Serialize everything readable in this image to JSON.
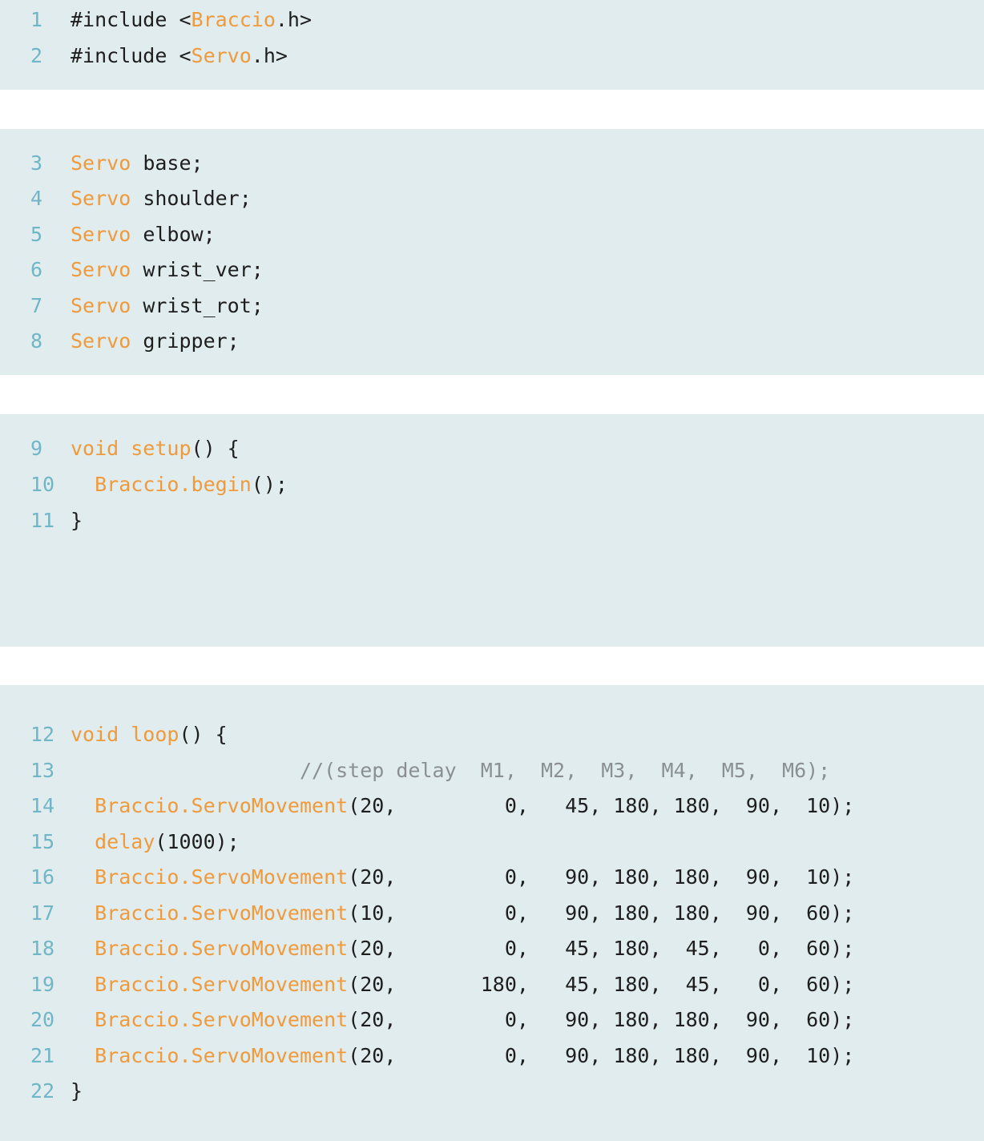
{
  "colors": {
    "background": "#ffffff",
    "block_background": "#e1ecee",
    "line_number": "#6fb6c6",
    "keyword": "#ef9a3c",
    "text": "#1e1e1e",
    "comment": "#8a8f94"
  },
  "lines": [
    {
      "num": "1",
      "tokens": [
        {
          "t": "#include <",
          "c": "tx"
        },
        {
          "t": "Braccio",
          "c": "kw"
        },
        {
          "t": ".h>",
          "c": "tx"
        }
      ]
    },
    {
      "num": "2",
      "tokens": [
        {
          "t": "#include <",
          "c": "tx"
        },
        {
          "t": "Servo",
          "c": "kw"
        },
        {
          "t": ".h>",
          "c": "tx"
        }
      ]
    },
    {
      "num": "3",
      "tokens": [
        {
          "t": "Servo",
          "c": "kw"
        },
        {
          "t": " base;",
          "c": "tx"
        }
      ]
    },
    {
      "num": "4",
      "tokens": [
        {
          "t": "Servo",
          "c": "kw"
        },
        {
          "t": " shoulder;",
          "c": "tx"
        }
      ]
    },
    {
      "num": "5",
      "tokens": [
        {
          "t": "Servo",
          "c": "kw"
        },
        {
          "t": " elbow;",
          "c": "tx"
        }
      ]
    },
    {
      "num": "6",
      "tokens": [
        {
          "t": "Servo",
          "c": "kw"
        },
        {
          "t": " wrist_ver;",
          "c": "tx"
        }
      ]
    },
    {
      "num": "7",
      "tokens": [
        {
          "t": "Servo",
          "c": "kw"
        },
        {
          "t": " wrist_rot;",
          "c": "tx"
        }
      ]
    },
    {
      "num": "8",
      "tokens": [
        {
          "t": "Servo",
          "c": "kw"
        },
        {
          "t": " gripper;",
          "c": "tx"
        }
      ]
    },
    {
      "num": "9",
      "tokens": [
        {
          "t": "void setup",
          "c": "kw"
        },
        {
          "t": "() {",
          "c": "tx"
        }
      ]
    },
    {
      "num": "10",
      "tokens": [
        {
          "t": "  ",
          "c": "tx"
        },
        {
          "t": "Braccio.begin",
          "c": "kw"
        },
        {
          "t": "();",
          "c": "tx"
        }
      ]
    },
    {
      "num": "11",
      "tokens": [
        {
          "t": "}",
          "c": "tx"
        }
      ]
    },
    {
      "num": "12",
      "tokens": [
        {
          "t": "void loop",
          "c": "kw"
        },
        {
          "t": "() {",
          "c": "tx"
        }
      ]
    },
    {
      "num": "13",
      "tokens": [
        {
          "t": "                   //(step delay  M1,  M2,  M3,  M4,  M5,  M6);",
          "c": "cm"
        }
      ]
    },
    {
      "num": "14",
      "tokens": [
        {
          "t": "  ",
          "c": "tx"
        },
        {
          "t": "Braccio.ServoMovement",
          "c": "kw"
        },
        {
          "t": "(20,         0,   45, 180, 180,  90,  10);",
          "c": "tx"
        }
      ]
    },
    {
      "num": "15",
      "tokens": [
        {
          "t": "  ",
          "c": "tx"
        },
        {
          "t": "delay",
          "c": "kw"
        },
        {
          "t": "(1000);",
          "c": "tx"
        }
      ]
    },
    {
      "num": "16",
      "tokens": [
        {
          "t": "  ",
          "c": "tx"
        },
        {
          "t": "Braccio.ServoMovement",
          "c": "kw"
        },
        {
          "t": "(20,         0,   90, 180, 180,  90,  10);",
          "c": "tx"
        }
      ]
    },
    {
      "num": "17",
      "tokens": [
        {
          "t": "  ",
          "c": "tx"
        },
        {
          "t": "Braccio.ServoMovement",
          "c": "kw"
        },
        {
          "t": "(10,         0,   90, 180, 180,  90,  60);",
          "c": "tx"
        }
      ]
    },
    {
      "num": "18",
      "tokens": [
        {
          "t": "  ",
          "c": "tx"
        },
        {
          "t": "Braccio.ServoMovement",
          "c": "kw"
        },
        {
          "t": "(20,         0,   45, 180,  45,   0,  60);",
          "c": "tx"
        }
      ]
    },
    {
      "num": "19",
      "tokens": [
        {
          "t": "  ",
          "c": "tx"
        },
        {
          "t": "Braccio.ServoMovement",
          "c": "kw"
        },
        {
          "t": "(20,       180,   45, 180,  45,   0,  60);",
          "c": "tx"
        }
      ]
    },
    {
      "num": "20",
      "tokens": [
        {
          "t": "  ",
          "c": "tx"
        },
        {
          "t": "Braccio.ServoMovement",
          "c": "kw"
        },
        {
          "t": "(20,         0,   90, 180, 180,  90,  60);",
          "c": "tx"
        }
      ]
    },
    {
      "num": "21",
      "tokens": [
        {
          "t": "  ",
          "c": "tx"
        },
        {
          "t": "Braccio.ServoMovement",
          "c": "kw"
        },
        {
          "t": "(20,         0,   90, 180, 180,  90,  10);",
          "c": "tx"
        }
      ]
    },
    {
      "num": "22",
      "tokens": [
        {
          "t": "}",
          "c": "tx"
        }
      ]
    }
  ]
}
